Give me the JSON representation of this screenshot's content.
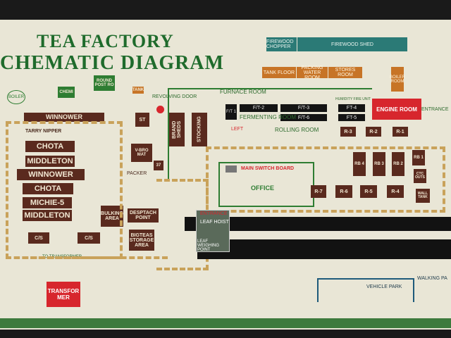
{
  "title": {
    "line1": "TEA FACTORY",
    "line2": "CHEMATIC  DIAGRAM"
  },
  "labels": {
    "boiler": "BOILER",
    "chemi": "CHEMI",
    "generator_post": "ROUND POST RO",
    "revolving_door": "REVOLVING DOOR",
    "furnace_room": "FURNACE ROOM",
    "firewood_chopper": "FIREWOOD CHOPPER",
    "firewood_shed": "FIREWOOD SHED",
    "tank": "TANK",
    "fire_row": [
      "TANK FLOOR",
      "PACKING WATER ROOM",
      "STORES ROOM"
    ],
    "boiler_room": "BOILER ROOM",
    "humidity_fire_unit": "HUMIDITY FIRE UNIT",
    "engine_room": "ENGINE ROOM",
    "entrance": "ENTRANCE",
    "winnower": "WINNOWER",
    "tarry_nipper": "TARRY NIPPER",
    "sorting_left": [
      "CHOTA",
      "MIDDLETON",
      "WINNOWER",
      "CHOTA",
      "MICHIE-5",
      "MIDDLETON"
    ],
    "st": "ST",
    "num_37": "37",
    "brand_sheds": "BRAND SHEDS",
    "stocking": "STOCKING",
    "v_bro_mat": "V-BRO MAT",
    "packer": "PACKER",
    "fermenting_room": "FERMENTING ROOM",
    "rolling_room": "ROLLING ROOM",
    "left": "LEFT",
    "r_row": [
      "R-3",
      "R-2",
      "R-1"
    ],
    "rb_row": [
      "RB 4",
      "RB 3",
      "RB 2",
      "RB 1"
    ],
    "r_bottom": [
      "R-7",
      "R-6",
      "R-5",
      "R-4"
    ],
    "ctc_outs": "CTC OUTS",
    "wall_tank": "WALL TANK",
    "main_switch_board": "MAIN SWITCH BOARD",
    "office": "OFFICE",
    "ft_row1": [
      "F/T 1",
      "F/T-2",
      "F/T-3",
      "FT-4"
    ],
    "ft_row2": [
      "F/T-6",
      "FT-5"
    ],
    "bulking_area": "BULKING AREA",
    "despatch_point": "DESPTACH POINT",
    "big_teas_storage": "BIGTEAS STORAGE AREA",
    "cs_left": "C/S",
    "cs_right": "C/S",
    "to_transformer": "TO TRANSFORMER",
    "entrance_leaf": "ENTRANCE",
    "leaf_hoist": "LEAF HOIST",
    "leaf_weighing": "LEAF WEIGHING POINT",
    "transformer": "TRANSFOR MER",
    "vehicle_park": "VEHICLE PARK",
    "walking_path": "WALKING PA"
  },
  "colors": {
    "board": "#e9e6d6",
    "title": "#1f6b2c",
    "box": "#5a2a1e",
    "path": "#c9a25a",
    "green": "#2e7d32",
    "red": "#d7262d",
    "teal": "#2b7a76",
    "orange": "#c77426"
  }
}
